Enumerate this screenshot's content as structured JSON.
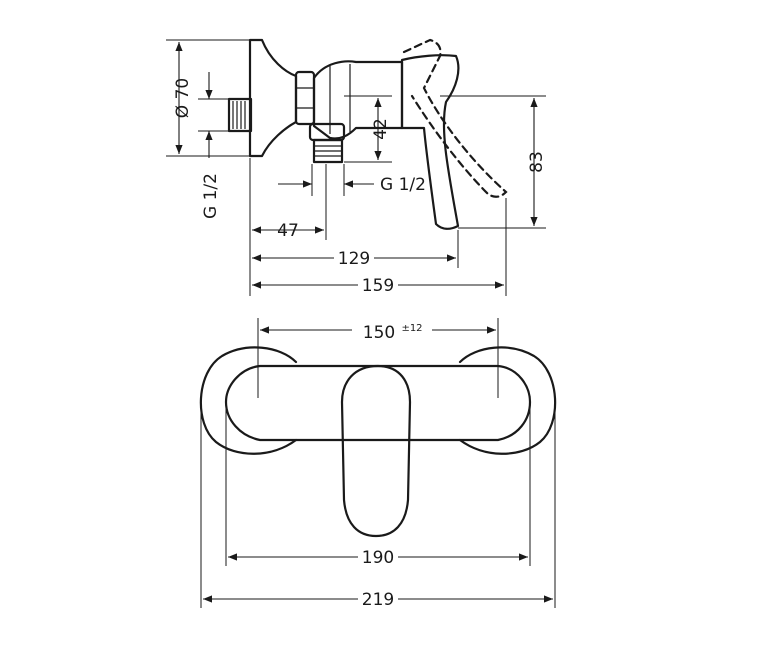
{
  "side_view": {
    "dim_inlet_diameter": "Ø 70",
    "dim_inlet_thread": "G 1/2",
    "dim_outlet_height": "42",
    "dim_outlet_thread": "G 1/2",
    "dim_height": "83",
    "dim_47": "47",
    "dim_129": "129",
    "dim_159": "159"
  },
  "top_view": {
    "dim_centers": "150",
    "dim_tolerance": "±12",
    "dim_190": "190",
    "dim_219": "219"
  }
}
